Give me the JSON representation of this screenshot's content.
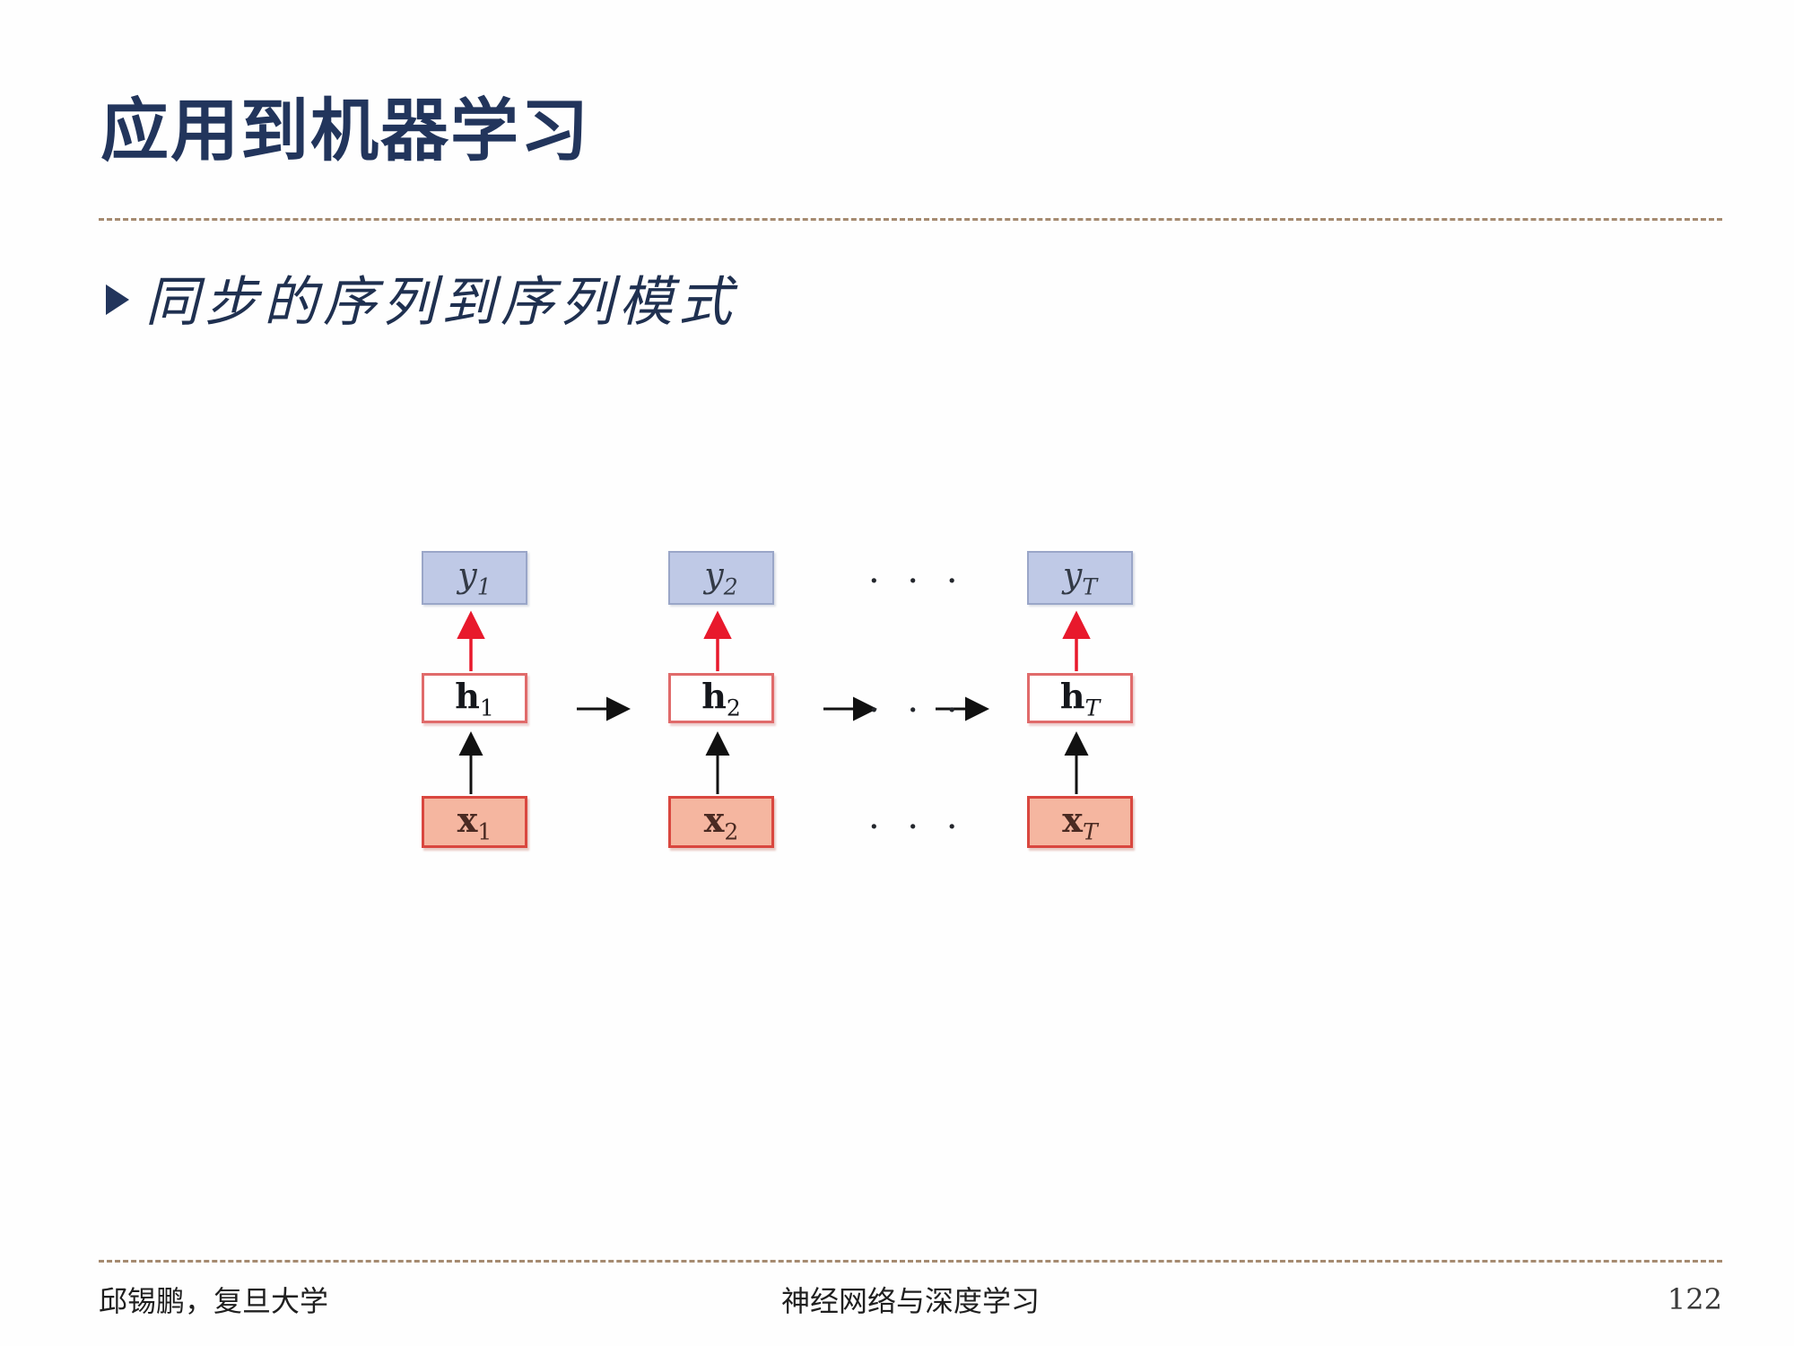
{
  "slide": {
    "title": "应用到机器学习",
    "bullet": "同步的序列到序列模式",
    "accent_dash_color": "#a58a70",
    "title_color": "#22355c"
  },
  "diagram": {
    "type": "rnn-unrolled-sync-seq2seq",
    "colors": {
      "output_fill": "#bfc9e6",
      "output_border": "#9aa6c8",
      "hidden_fill": "#ffffff",
      "hidden_border": "#e06b6b",
      "input_fill": "#f5b6a0",
      "input_border": "#d9473f",
      "output_arrow": "#e8192c",
      "state_arrow": "#111111"
    },
    "rows": {
      "outputs": {
        "name": "output-layer",
        "nodes": [
          {
            "base": "y",
            "subscript": "1",
            "sub_italic": false
          },
          {
            "base": "y",
            "subscript": "2",
            "sub_italic": false
          },
          {
            "base": "y",
            "subscript": "T",
            "sub_italic": true
          }
        ],
        "ellipsis": "· · ·"
      },
      "hidden": {
        "name": "hidden-layer",
        "nodes": [
          {
            "base": "h",
            "subscript": "1",
            "sub_italic": false
          },
          {
            "base": "h",
            "subscript": "2",
            "sub_italic": false
          },
          {
            "base": "h",
            "subscript": "T",
            "sub_italic": true
          }
        ],
        "ellipsis": "· · ·"
      },
      "inputs": {
        "name": "input-layer",
        "nodes": [
          {
            "base": "x",
            "subscript": "1",
            "sub_italic": false
          },
          {
            "base": "x",
            "subscript": "2",
            "sub_italic": false
          },
          {
            "base": "x",
            "subscript": "T",
            "sub_italic": true
          }
        ],
        "ellipsis": "· · ·"
      }
    }
  },
  "footer": {
    "author": "邱锡鹏，复旦大学",
    "book": "神经网络与深度学习",
    "page": "122"
  }
}
